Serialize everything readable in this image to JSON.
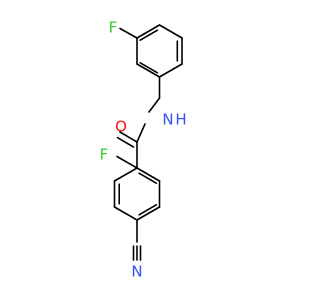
{
  "molecule": {
    "atoms": {
      "F_top": {
        "symbol": "F",
        "color": "#33cc33"
      },
      "N_amide": {
        "symbol": "N",
        "color": "#3050f8"
      },
      "H_amide": {
        "symbol": "H",
        "color": "#3050f8"
      },
      "O_carbonyl": {
        "symbol": "O",
        "color": "#ff0d0d"
      },
      "F_ortho": {
        "symbol": "F",
        "color": "#33cc33"
      },
      "N_nitrile": {
        "symbol": "N",
        "color": "#3050f8"
      }
    },
    "bond_color": "#000000"
  }
}
